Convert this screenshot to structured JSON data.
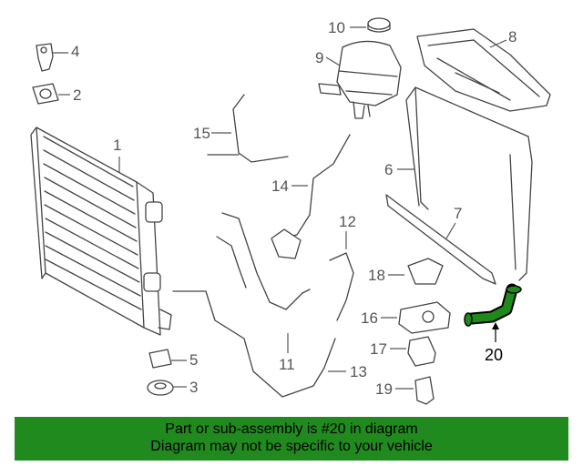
{
  "callouts": {
    "c1": "1",
    "c2": "2",
    "c3": "3",
    "c4": "4",
    "c5": "5",
    "c6": "6",
    "c7": "7",
    "c8": "8",
    "c9": "9",
    "c10": "10",
    "c11": "11",
    "c12": "12",
    "c13": "13",
    "c14": "14",
    "c15": "15",
    "c16": "16",
    "c17": "17",
    "c18": "18",
    "c19": "19",
    "c20": "20"
  },
  "banner": {
    "line1": "Part or sub-assembly is #20 in diagram",
    "line2": "Diagram may not be specific to your vehicle"
  },
  "colors": {
    "banner_bg": "#218a1e",
    "highlight_part": "#1f8a1c",
    "line_art": "#444444"
  }
}
